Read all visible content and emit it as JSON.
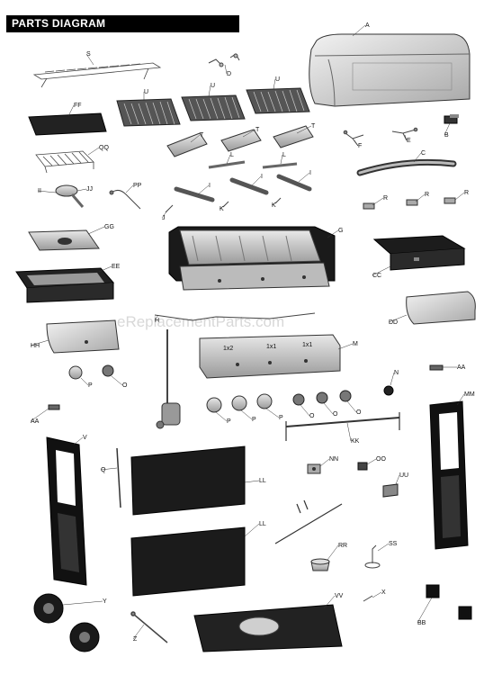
{
  "header": {
    "title": "PARTS DIAGRAM"
  },
  "watermark": "eReplacementParts.com",
  "parts": [
    {
      "id": "p_A",
      "label": "A"
    },
    {
      "id": "p_S",
      "label": "S"
    },
    {
      "id": "p_D",
      "label": "D"
    },
    {
      "id": "p_U1",
      "label": "U"
    },
    {
      "id": "p_U2",
      "label": "U"
    },
    {
      "id": "p_U3",
      "label": "U"
    },
    {
      "id": "p_FF",
      "label": "FF"
    },
    {
      "id": "p_B",
      "label": "B"
    },
    {
      "id": "p_F",
      "label": "F"
    },
    {
      "id": "p_E",
      "label": "E"
    },
    {
      "id": "p_T1",
      "label": "T"
    },
    {
      "id": "p_T2",
      "label": "T"
    },
    {
      "id": "p_T3",
      "label": "T"
    },
    {
      "id": "p_QQ",
      "label": "QQ"
    },
    {
      "id": "p_L1",
      "label": "L"
    },
    {
      "id": "p_L2",
      "label": "L"
    },
    {
      "id": "p_C",
      "label": "C"
    },
    {
      "id": "p_II",
      "label": "II"
    },
    {
      "id": "p_JJ",
      "label": "JJ"
    },
    {
      "id": "p_PP",
      "label": "PP"
    },
    {
      "id": "p_I1",
      "label": "I"
    },
    {
      "id": "p_I2",
      "label": "I"
    },
    {
      "id": "p_I3",
      "label": "I"
    },
    {
      "id": "p_J",
      "label": "J"
    },
    {
      "id": "p_K1",
      "label": "K"
    },
    {
      "id": "p_K2",
      "label": "K"
    },
    {
      "id": "p_R1",
      "label": "R"
    },
    {
      "id": "p_R2",
      "label": "R"
    },
    {
      "id": "p_R3",
      "label": "R"
    },
    {
      "id": "p_GG",
      "label": "GG"
    },
    {
      "id": "p_G",
      "label": "G"
    },
    {
      "id": "p_EE",
      "label": "EE"
    },
    {
      "id": "p_CC",
      "label": "CC"
    },
    {
      "id": "p_DD",
      "label": "DD"
    },
    {
      "id": "p_HH",
      "label": "HH"
    },
    {
      "id": "p_H",
      "label": "H"
    },
    {
      "id": "p_M",
      "label": "M"
    },
    {
      "id": "p_AA1",
      "label": "AA"
    },
    {
      "id": "p_N",
      "label": "N"
    },
    {
      "id": "p_P1",
      "label": "P"
    },
    {
      "id": "p_O1",
      "label": "O"
    },
    {
      "id": "p_AA2",
      "label": "AA"
    },
    {
      "id": "p_P2",
      "label": "P"
    },
    {
      "id": "p_P3",
      "label": "P"
    },
    {
      "id": "p_P4",
      "label": "P"
    },
    {
      "id": "p_O2",
      "label": "O"
    },
    {
      "id": "p_O3",
      "label": "O"
    },
    {
      "id": "p_O4",
      "label": "O"
    },
    {
      "id": "p_MM",
      "label": "MM"
    },
    {
      "id": "p_KK",
      "label": "KK"
    },
    {
      "id": "p_V",
      "label": "V"
    },
    {
      "id": "p_Q",
      "label": "Q"
    },
    {
      "id": "p_NN",
      "label": "NN"
    },
    {
      "id": "p_OO",
      "label": "OO"
    },
    {
      "id": "p_UU",
      "label": "UU"
    },
    {
      "id": "p_LL1",
      "label": "LL"
    },
    {
      "id": "p_LL2",
      "label": "LL"
    },
    {
      "id": "p_RR",
      "label": "RR"
    },
    {
      "id": "p_SS",
      "label": "SS"
    },
    {
      "id": "p_Y",
      "label": "Y"
    },
    {
      "id": "p_VV",
      "label": "VV"
    },
    {
      "id": "p_X",
      "label": "X"
    },
    {
      "id": "p_BB",
      "label": "BB"
    },
    {
      "id": "p_Z",
      "label": "Z"
    }
  ],
  "manifold_markings": [
    "1x2",
    "1x1",
    "1x1"
  ]
}
